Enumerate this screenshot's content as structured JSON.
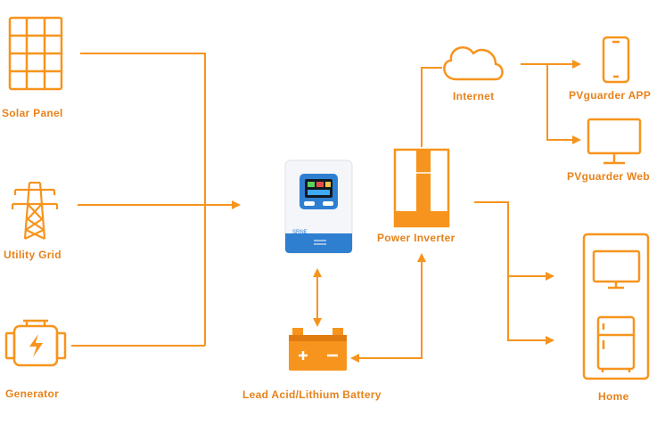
{
  "colors": {
    "accent": "#F7941D",
    "label": "#E8821A",
    "controller_panel": "#2F7FD1",
    "controller_body": "#F4F6F9"
  },
  "nodes": {
    "solar_panel": {
      "label": "Solar Panel",
      "icon": "solar-panel-icon"
    },
    "utility_grid": {
      "label": "Utility Grid",
      "icon": "power-tower-icon"
    },
    "generator": {
      "label": "Generator",
      "icon": "generator-icon"
    },
    "charge_controller": {
      "icon": "charge-controller-icon",
      "brand_text": "SRNE"
    },
    "power_inverter": {
      "label": "Power Inverter",
      "icon": "inverter-icon"
    },
    "battery": {
      "label": "Lead Acid/Lithium Battery",
      "icon": "battery-icon"
    },
    "internet": {
      "label": "Internet",
      "icon": "cloud-icon"
    },
    "pvguarder_app": {
      "label": "PVguarder  APP",
      "icon": "smartphone-icon"
    },
    "pvguarder_web": {
      "label": "PVguarder  Web",
      "icon": "monitor-icon"
    },
    "home": {
      "label": "Home",
      "icon": "home-appliances-icon"
    }
  }
}
